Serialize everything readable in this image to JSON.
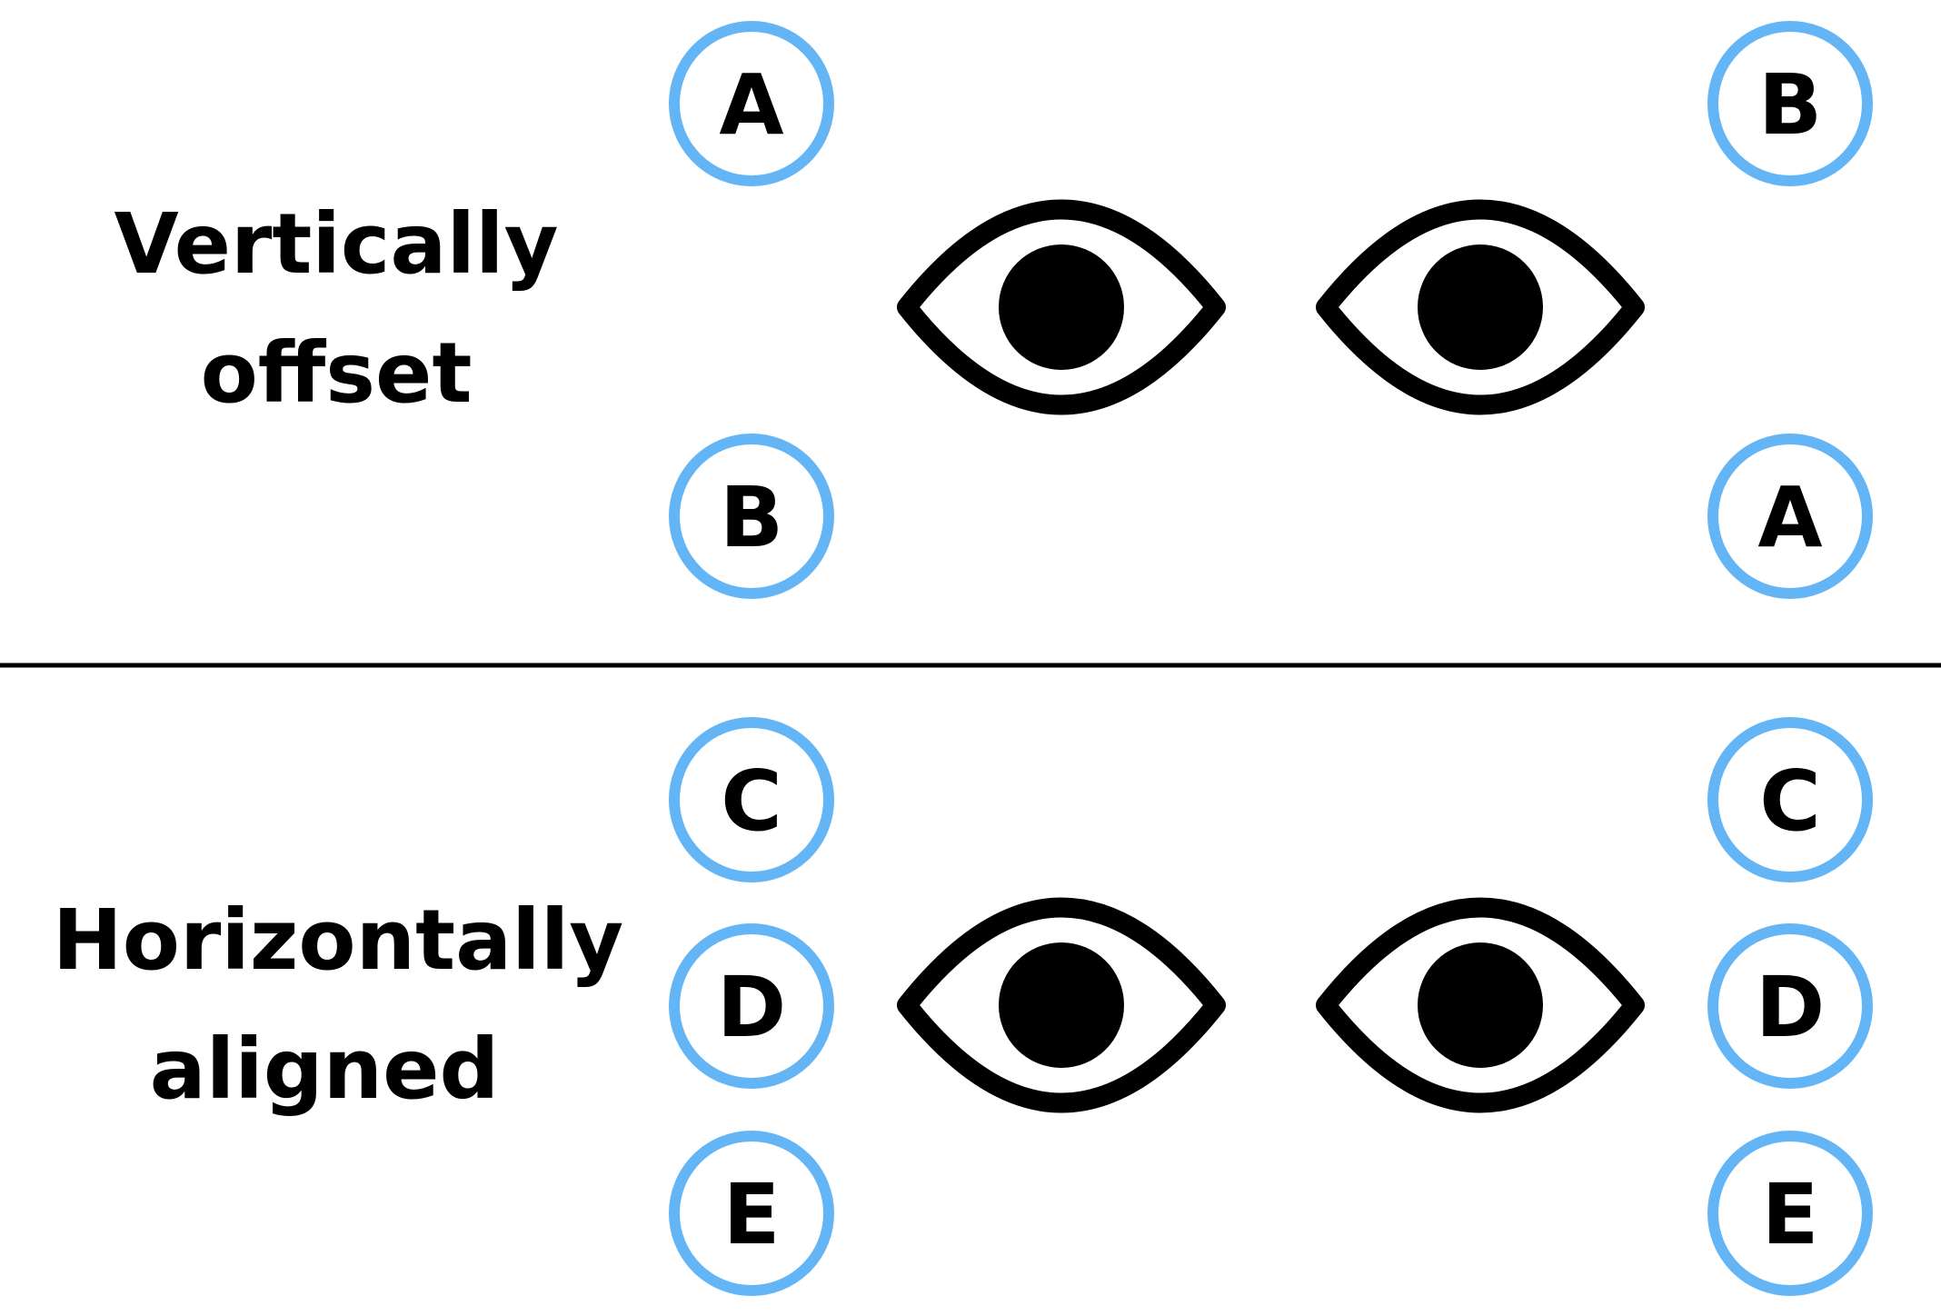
{
  "colors": {
    "marker_ring": "#64b5f6",
    "ink": "#000000",
    "background": "#ffffff"
  },
  "sections": [
    {
      "label_lines": [
        "Vertically",
        "offset"
      ],
      "left_markers": [
        "A",
        "B"
      ],
      "right_markers": [
        "B",
        "A"
      ],
      "eyes": [
        "eye-icon",
        "eye-icon"
      ]
    },
    {
      "label_lines": [
        "Horizontally",
        "aligned"
      ],
      "left_markers": [
        "C",
        "D",
        "E"
      ],
      "right_markers": [
        "C",
        "D",
        "E"
      ],
      "eyes": [
        "eye-icon",
        "eye-icon"
      ]
    }
  ]
}
